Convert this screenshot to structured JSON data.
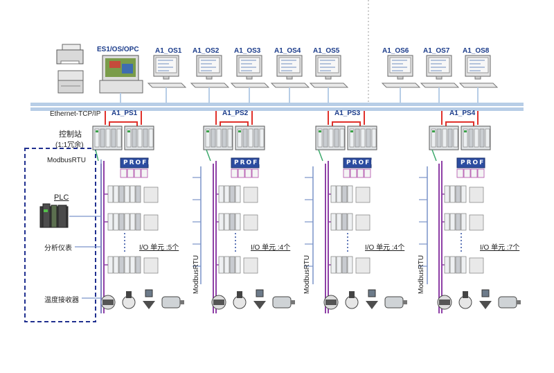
{
  "network": {
    "ethernet_label": "Ethernet-TCP/IP",
    "modbus_rtu_label": "ModbusRTU"
  },
  "stations": {
    "es_label": "ES1/OS/OPC",
    "os_labels": [
      "A1_OS1",
      "A1_OS2",
      "A1_OS3",
      "A1_OS4",
      "A1_OS5",
      "A1_OS6",
      "A1_OS7",
      "A1_OS8"
    ]
  },
  "control": {
    "station_label": "控制站",
    "redundancy_label": "(1:1冗余)",
    "ps_labels": [
      "A1_PS1",
      "A1_PS2",
      "A1_PS3",
      "A1_PS4"
    ],
    "profibus_label": "PROFI"
  },
  "io": {
    "labels": [
      "I/O 单元 :5个",
      "I/O 单元 :4个",
      "I/O 单元 :4个",
      "I/O 单元 :7个"
    ]
  },
  "devices": {
    "plc_label": "PLC",
    "analyzer_label": "分析仪表",
    "temp_receiver_label": "温度接收器"
  },
  "colors": {
    "bus": "#b7cde6",
    "redundant_link": "#e0302a",
    "profibus_line": "#8e3fa6",
    "modbus_line": "#7a93c9",
    "dashed_box": "#1f2f8f",
    "label_blue": "#1a3b8a"
  }
}
